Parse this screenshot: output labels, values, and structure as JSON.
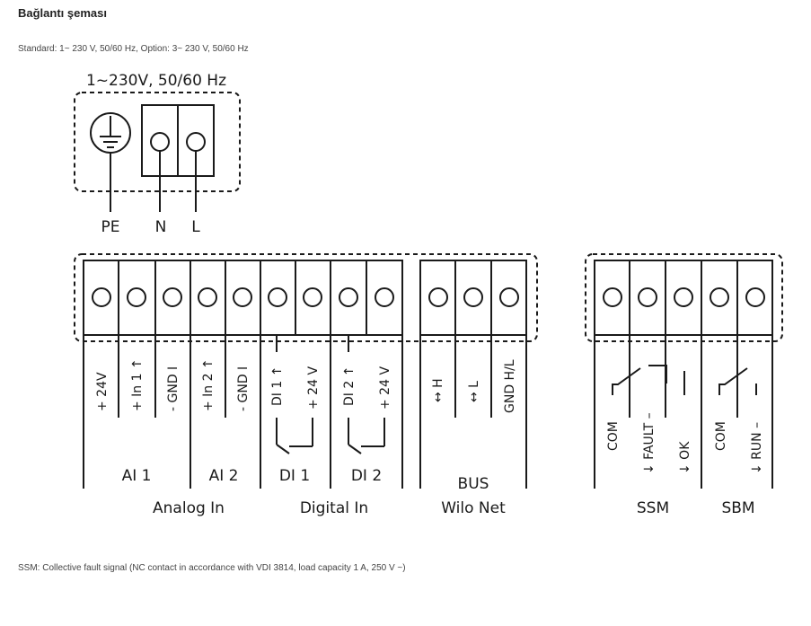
{
  "heading": "Bağlantı şeması",
  "standard_text": "Standard: 1~ 230 V, 50/60 Hz, Option: 3~ 230 V, 50/60 Hz",
  "footnote": "SSM: Collective fault signal (NC contact in accordance with VDI 3814, load capacity 1 A, 250 V ~)",
  "power": {
    "title": "1~230V, 50/60 Hz",
    "labels": [
      "PE",
      "N",
      "L"
    ]
  },
  "terminals": {
    "analog": [
      "+ 24V",
      "+ In 1 ↑",
      "- GND I",
      "+ In 2 ↑",
      "- GND I"
    ],
    "digital": [
      "DI 1 ↑",
      "+ 24 V",
      "DI 2 ↑",
      "+ 24 V"
    ],
    "bus": [
      "↔ H",
      "↔ L",
      "GND H/L"
    ],
    "ssm": [
      "COM",
      "↓ FAULT –",
      "↓ OK"
    ],
    "sbm": [
      "COM",
      "↓ RUN –"
    ]
  },
  "groups": {
    "ai1": "AI 1",
    "ai2": "AI 2",
    "di1": "DI 1",
    "di2": "DI 2",
    "analog_in": "Analog In",
    "digital_in": "Digital In",
    "bus": "BUS",
    "wilo_net": "Wilo Net",
    "ssm": "SSM",
    "sbm": "SBM"
  }
}
